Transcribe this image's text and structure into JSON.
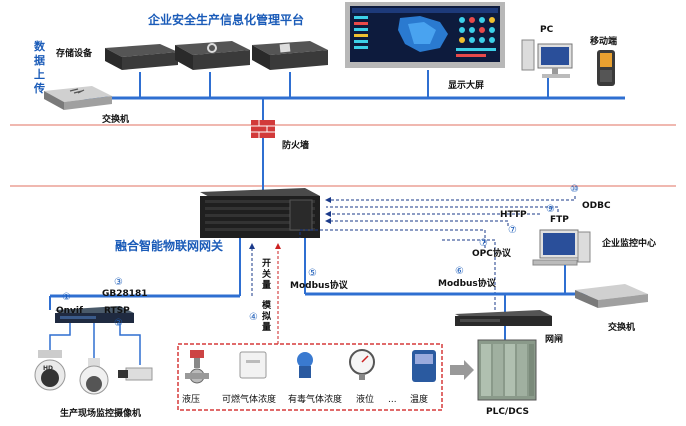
{
  "colors": {
    "bus": "#2f6fd1",
    "red_line": "#e07060",
    "accent": "#1a5bb8",
    "sensor_box": "#d63a3a"
  },
  "labels": {
    "platform_title": "企业安全生产信息化管理平台",
    "data_upload": "数据上传",
    "storage": "存储设备",
    "display_wall": "显示大屏",
    "pc": "PC",
    "mobile": "移动端",
    "switch_top": "交换机",
    "firewall": "防火墙",
    "gateway": "融合智能物联网网关",
    "monitor_center": "企业监控中心",
    "switch_bottom": "交换机",
    "netgate": "网闸",
    "plc": "PLC/DCS",
    "cameras": "生产现场监控摄像机",
    "switch_qty": "开关量",
    "analog_qty": "模拟量"
  },
  "protocols": [
    {
      "num": "①",
      "label": "Onvif"
    },
    {
      "num": "②",
      "label": "RTSP"
    },
    {
      "num": "③",
      "label": "GB28181"
    },
    {
      "num": "④",
      "label": ""
    },
    {
      "num": "⑤",
      "label": "Modbus协议"
    },
    {
      "num": "⑥",
      "label": "Modbus协议"
    },
    {
      "num": "⑦",
      "label": "OPC协议"
    },
    {
      "num": "⑧",
      "label": "HTTP"
    },
    {
      "num": "⑨",
      "label": "FTP"
    },
    {
      "num": "⑩",
      "label": "ODBC"
    }
  ],
  "sensors": [
    "液压",
    "可燃气体浓度",
    "有毒气体浓度",
    "液位",
    "...",
    "温度"
  ],
  "icons": [
    "storage-server-icon",
    "switch-icon",
    "firewall-icon",
    "gateway-server-icon",
    "pc-icon",
    "mobile-icon",
    "camera-icon",
    "plc-icon"
  ]
}
